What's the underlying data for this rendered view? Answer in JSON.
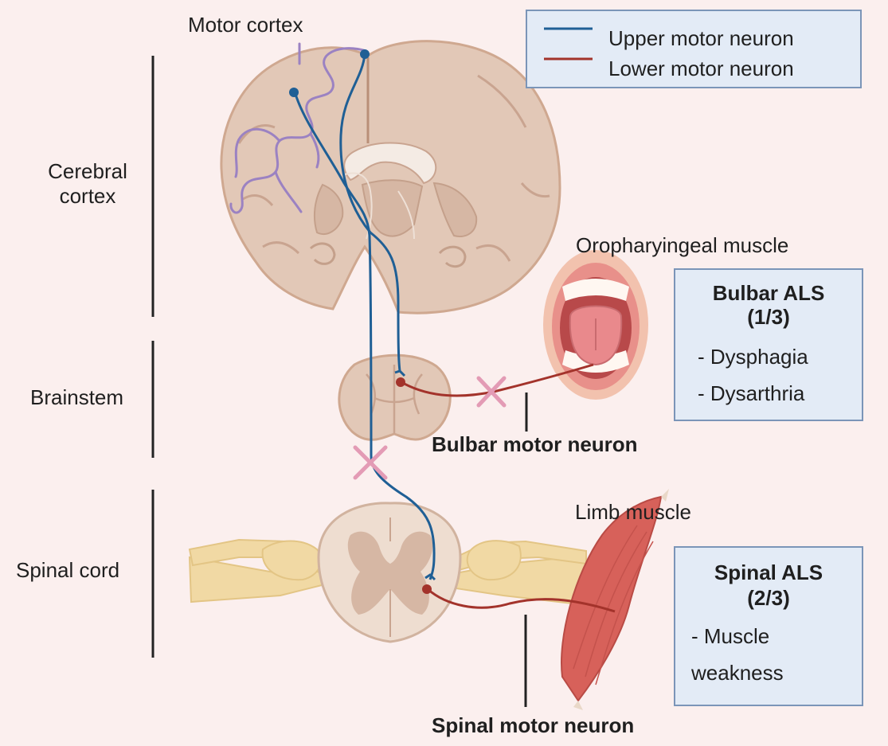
{
  "legend": {
    "upper_label": "Upper motor neuron",
    "lower_label": "Lower motor neuron"
  },
  "colors": {
    "background": "#fbefee",
    "upper_motor_neuron": "#1f5f95",
    "lower_motor_neuron": "#a3332b",
    "motor_cortex_outline": "#9b82c2",
    "lesion_cross": "#e39bb5",
    "brain_tissue": "#e2c8b7",
    "legend_box_fill": "#e3ebf6",
    "legend_box_border": "#7b95b8"
  },
  "region_labels": {
    "cerebral_cortex": [
      "Cerebral",
      "cortex"
    ],
    "brainstem": "Brainstem",
    "spinal_cord": "Spinal cord"
  },
  "structure_labels": {
    "motor_cortex": "Motor cortex",
    "oropharyngeal_muscle": "Oropharyingeal muscle",
    "limb_muscle": "Limb muscle",
    "bulbar_motor_neuron": "Bulbar motor neuron",
    "spinal_motor_neuron": "Spinal motor neuron"
  },
  "bulbar_box": {
    "title": "Bulbar ALS",
    "fraction": "(1/3)",
    "symptoms": [
      "- Dysphagia",
      "- Dysarthria"
    ]
  },
  "spinal_box": {
    "title": "Spinal ALS",
    "fraction": "(2/3)",
    "symptoms": [
      "- Muscle",
      "weakness"
    ]
  }
}
